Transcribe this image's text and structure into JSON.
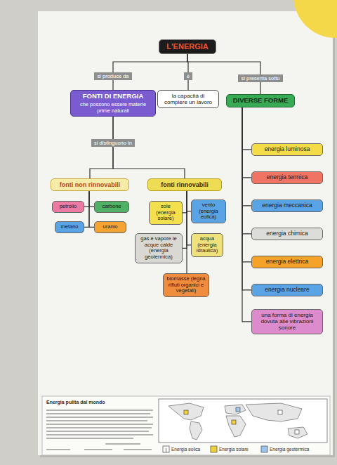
{
  "diagram": {
    "nodes": [
      {
        "text": [
          "L'ENERGIA"
        ]
      },
      {
        "text": [
          "FONTI DI ENERGIA",
          "che possono essere materie prime naturali"
        ]
      },
      {
        "text": [
          "la capacità di compiere un lavoro"
        ]
      },
      {
        "text": [
          "DIVERSE FORME"
        ]
      },
      {
        "text": [
          "fonti non rinnovabili"
        ]
      },
      {
        "text": [
          "fonti rinnovabili"
        ]
      },
      {
        "text": [
          "petrolio"
        ]
      },
      {
        "text": [
          "carbone"
        ]
      },
      {
        "text": [
          "metano"
        ]
      },
      {
        "text": [
          "uranio"
        ]
      },
      {
        "text": [
          "sole (energia solare)"
        ]
      },
      {
        "text": [
          "vento (energia eolica)"
        ]
      },
      {
        "text": [
          "gas e vapore le acque calde (energia geotermica)"
        ]
      },
      {
        "text": [
          "acqua (energia idraulica)"
        ]
      },
      {
        "text": [
          "biomasse (legna rifiuti organici e vegetali)"
        ]
      },
      {
        "text": [
          "energia luminosa"
        ]
      },
      {
        "text": [
          "energia termica"
        ]
      },
      {
        "text": [
          "energia meccanica"
        ]
      },
      {
        "text": [
          "energia chimica"
        ]
      },
      {
        "text": [
          "energia elettrica"
        ]
      },
      {
        "text": [
          "energia nucleare"
        ]
      },
      {
        "text": [
          "una forma di energia dovuta alle vibrazioni sonore"
        ]
      }
    ],
    "edges": [
      {
        "from": 0,
        "to": 1,
        "label": "si produce da",
        "arrow": "none"
      },
      {
        "from": 0,
        "to": 2,
        "label": "è",
        "arrow": "none"
      },
      {
        "from": 0,
        "to": 3,
        "label": "si presenta sotto",
        "arrow": "none"
      },
      {
        "from": 1,
        "to": 4,
        "label": "si distinguono in",
        "arrow": "none"
      },
      {
        "from": 1,
        "to": 5,
        "arrow": "none"
      },
      {
        "from": 4,
        "to": 6,
        "arrow": "none"
      },
      {
        "from": 4,
        "to": 7,
        "arrow": "none"
      },
      {
        "from": 4,
        "to": 8,
        "arrow": "none"
      },
      {
        "from": 4,
        "to": 9,
        "arrow": "none"
      },
      {
        "from": 5,
        "to": 10,
        "arrow": "none"
      },
      {
        "from": 5,
        "to": 11,
        "arrow": "none"
      },
      {
        "from": 5,
        "to": 12,
        "arrow": "none"
      },
      {
        "from": 5,
        "to": 13,
        "arrow": "none"
      },
      {
        "from": 5,
        "to": 14,
        "arrow": "none"
      },
      {
        "from": 3,
        "to": 15,
        "arrow": "none"
      },
      {
        "from": 3,
        "to": 16,
        "arrow": "none"
      },
      {
        "from": 3,
        "to": 17,
        "arrow": "none"
      },
      {
        "from": 3,
        "to": 18,
        "arrow": "none"
      },
      {
        "from": 3,
        "to": 19,
        "arrow": "none"
      },
      {
        "from": 3,
        "to": 20,
        "arrow": "none"
      },
      {
        "from": 3,
        "to": 21,
        "arrow": "none"
      }
    ],
    "labels": [
      "Energia pulita dal mondo"
    ],
    "legend": [
      {
        "text": "Energia eolica"
      },
      {
        "text": "Energia solare"
      },
      {
        "text": "Energia geotermica"
      }
    ]
  }
}
